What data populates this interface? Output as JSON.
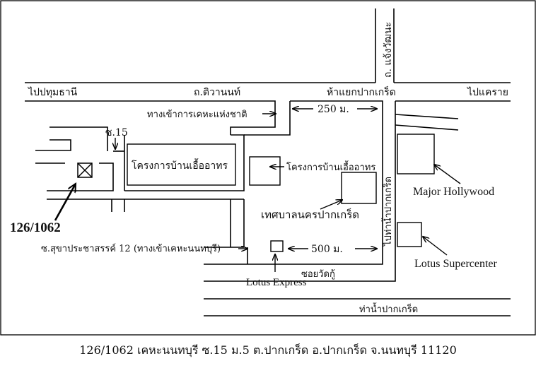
{
  "map": {
    "roads": {
      "tiwanon": "ถ.ติวานนท์",
      "to_pathum_thani": "ไปปทุมธานี",
      "to_khae_rai": "ไปแคราย",
      "intersection": "ห้าแยกปากเกร็ด",
      "chaeng_watthana": "ถ. แจ้งวัฒนะ",
      "to_pak_kret_pier": "ไปท่าน้ำปากเกร็ด",
      "soi_15": "ซ.15",
      "soi_wat_ku": "ซอยวัดกู้",
      "pak_kret_pier": "ท่าน้ำปากเกร็ด",
      "sukha_prachasan_12": "ซ.สุขาประชาสรรค์ 12 (ทางเข้าเคหะนนทบุรี)",
      "nha_entrance": "ทางเข้าการเคหะแห่งชาติ"
    },
    "distances": {
      "d250": "250 ม.",
      "d500": "500 ม."
    },
    "places": {
      "ua_athon_large": "โครงการบ้านเอื้ออาทร",
      "ua_athon_small": "โครงการบ้านเอื้ออาทร",
      "municipality": "เทศบาลนครปากเกร็ด",
      "lotus_express": "Lotus Express",
      "major_hollywood": "Major Hollywood",
      "lotus_supercenter": "Lotus Supercenter"
    },
    "target": {
      "house_number": "126/1062"
    }
  },
  "address": "126/1062 เคหะนนทบุรี ซ.15 ม.5 ต.ปากเกร็ด อ.ปากเกร็ด จ.นนทบุรี 11120"
}
